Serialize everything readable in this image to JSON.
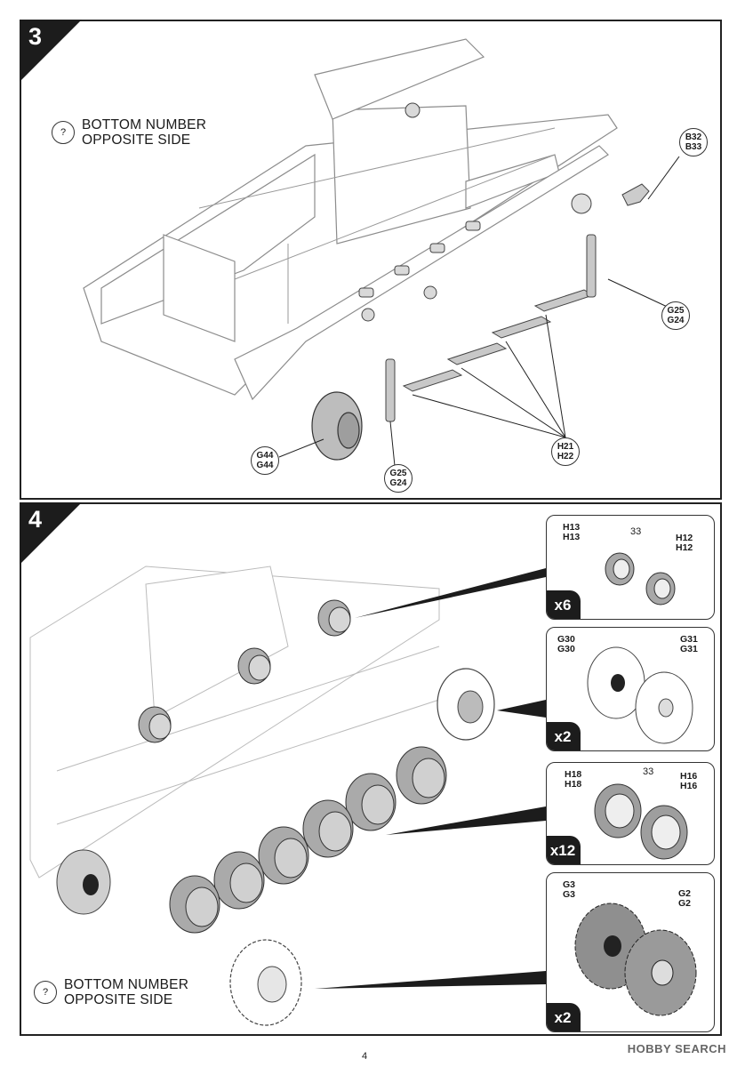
{
  "step3": {
    "number": "3",
    "note_icon": "?",
    "note_line1": "BOTTOM NUMBER",
    "note_line2": "OPPOSITE SIDE",
    "callouts": {
      "b": [
        "B32",
        "B33"
      ],
      "g25_right": [
        "G25",
        "G24"
      ],
      "h21": [
        "H21",
        "H22"
      ],
      "g25_mid": [
        "G25",
        "G24"
      ],
      "g44": [
        "G44",
        "G44"
      ]
    }
  },
  "step4": {
    "number": "4",
    "note_icon": "?",
    "note_line1": "BOTTOM NUMBER",
    "note_line2": "OPPOSITE SIDE",
    "insets": [
      {
        "qty": "x6",
        "left_tag": [
          "H13",
          "H13"
        ],
        "right_tag": [
          "H12",
          "H12"
        ],
        "part": "33"
      },
      {
        "qty": "x2",
        "left_tag": [
          "G30",
          "G30"
        ],
        "right_tag": [
          "G31",
          "G31"
        ],
        "part": ""
      },
      {
        "qty": "x12",
        "left_tag": [
          "H18",
          "H18"
        ],
        "right_tag": [
          "H16",
          "H16"
        ],
        "part": "33"
      },
      {
        "qty": "x2",
        "left_tag": [
          "G3",
          "G3"
        ],
        "right_tag": [
          "G2",
          "G2"
        ],
        "part": ""
      }
    ]
  },
  "page_number": "4",
  "watermark": "HOBBY SEARCH"
}
